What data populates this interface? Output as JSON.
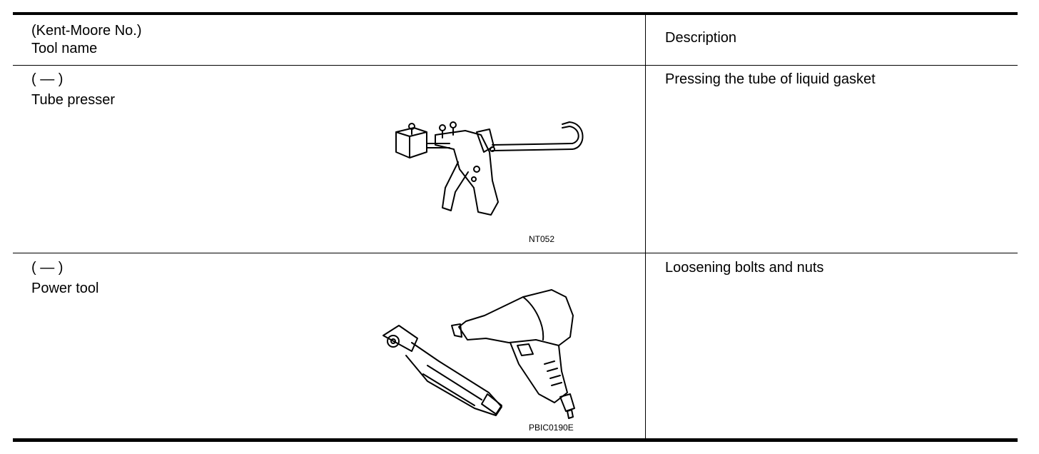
{
  "header": {
    "tool_number_label": "(Kent-Moore No.)",
    "tool_name_label": "Tool name",
    "description_label": "Description"
  },
  "rows": [
    {
      "number": "(   —   )",
      "name": "Tube presser",
      "illustration": "tube-presser",
      "figure_code": "NT052",
      "description": "Pressing the tube of liquid gasket"
    },
    {
      "number": "(   —   )",
      "name": "Power tool",
      "illustration": "power-tools",
      "figure_code": "PBIC0190E",
      "description": "Loosening bolts and nuts"
    }
  ]
}
